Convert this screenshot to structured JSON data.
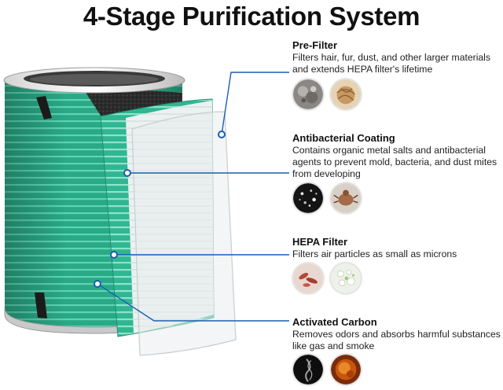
{
  "title": "4-Stage Purification System",
  "stages": [
    {
      "title": "Pre-Filter",
      "desc": "Filters hair, fur, dust, and other larger materials and extends HEPA filter's lifetime"
    },
    {
      "title": "Antibacterial Coating",
      "desc": "Contains organic metal salts and antibacterial agents to prevent mold, bacteria, and dust mites from developing"
    },
    {
      "title": "HEPA Filter",
      "desc": "Filters air particles as small as microns"
    },
    {
      "title": "Activated Carbon",
      "desc": "Removes odors and absorbs harmful substances like gas and smoke"
    }
  ],
  "thumbnails": [
    [
      "dust-thumbnail",
      "hair-thumbnail"
    ],
    [
      "bacteria-thumbnail",
      "dust-mite-thumbnail"
    ],
    [
      "microbe-thumbnail",
      "pollen-thumbnail"
    ],
    [
      "smoke-thumbnail",
      "gas-thumbnail"
    ]
  ],
  "colors": {
    "filter_green": "#2ab38c",
    "leader_line": "#1a5fb4",
    "carbon": "#2b2b2b"
  }
}
